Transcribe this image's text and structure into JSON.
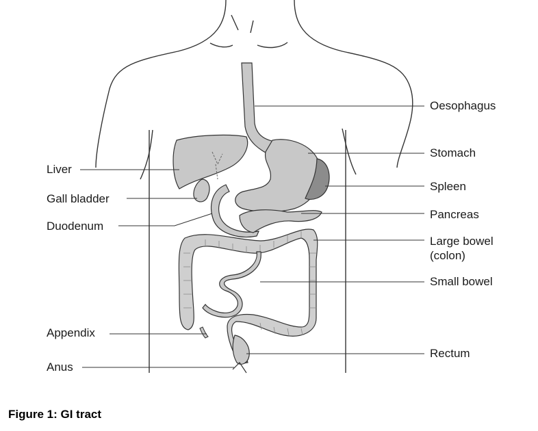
{
  "labels": {
    "oesophagus": "Oesophagus",
    "stomach": "Stomach",
    "spleen": "Spleen",
    "pancreas": "Pancreas",
    "large_bowel_line1": "Large bowel",
    "large_bowel_line2": "(colon)",
    "small_bowel": "Small bowel",
    "rectum": "Rectum",
    "liver": "Liver",
    "gall_bladder": "Gall bladder",
    "duodenum": "Duodenum",
    "appendix": "Appendix",
    "anus": "Anus"
  },
  "caption": "Figure 1: GI tract",
  "colors": {
    "organ_fill": "#c8c8c8",
    "spleen_fill": "#8c8c8c",
    "outline": "#333333",
    "colon_fill": "#cfcfcf"
  }
}
